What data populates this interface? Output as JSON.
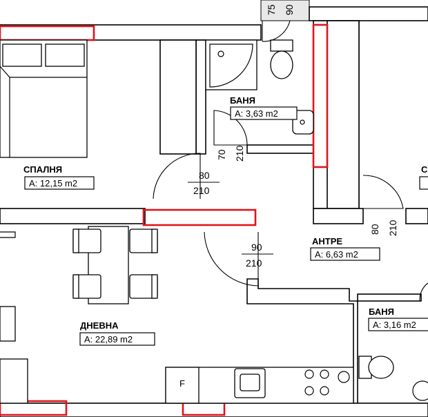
{
  "rooms": {
    "bedroom": {
      "name": "СПАЛНЯ",
      "area": "A: 12,15 m2"
    },
    "bath1": {
      "name": "БАНЯ",
      "area": "A: 3,63 m2"
    },
    "hall": {
      "name": "АНТРЕ",
      "area": "A: 6,63 m2"
    },
    "living": {
      "name": "ДНЕВНА",
      "area": "A: 22,89 m2"
    },
    "bath2": {
      "name": "БАНЯ",
      "area": "A: 3,16 m2"
    },
    "partial_room": {
      "name": "С",
      "area": ""
    }
  },
  "doors": {
    "bath1": {
      "width": "70",
      "height": "210"
    },
    "bedroom": {
      "width": "80",
      "height": "210"
    },
    "entrance": {
      "width": "90",
      "height": "210"
    },
    "room_right": {
      "width": "80",
      "height": "210"
    },
    "top": {
      "width": "75",
      "height": "90"
    }
  },
  "appliances": {
    "fridge_label": "F"
  },
  "colors": {
    "wall": "#000000",
    "window": "#e0141b",
    "background": "#ffffff"
  }
}
